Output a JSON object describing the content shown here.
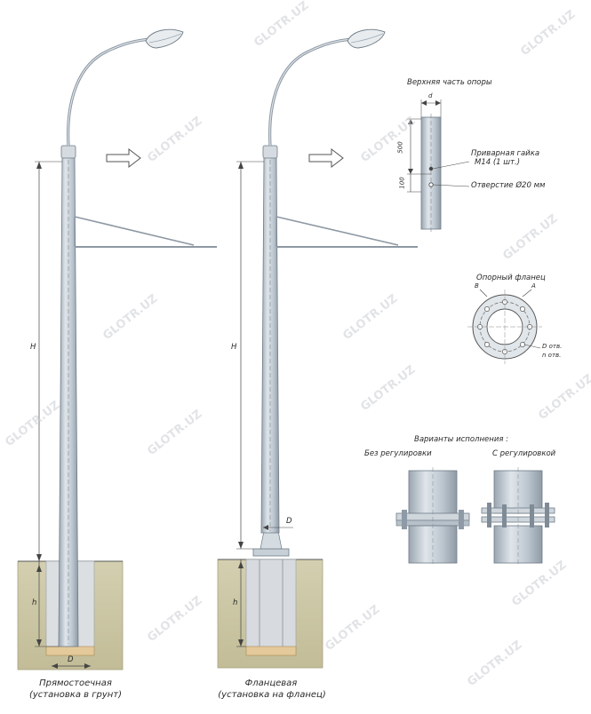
{
  "watermark": "GLOTR.UZ",
  "labels": {
    "top_section_title": "Верхняя часть опоры",
    "dim_d_small": "d",
    "dim_500": "500",
    "dim_100": "100",
    "nut_label_line1": "Приварная гайка",
    "nut_label_line2": "М14 (1 шт.)",
    "hole_label": "Отверстие Ø20 мм",
    "flange_title": "Опорный фланец",
    "flange_A": "A",
    "flange_B": "B",
    "flange_D_holes": "D отв.",
    "flange_n_holes": "n отв.",
    "variants_title": "Варианты исполнения :",
    "variant_no_adjust": "Без регулировки",
    "variant_adjust": "С регулировкой",
    "dim_H": "H",
    "dim_h": "h",
    "dim_D": "D",
    "caption_left_line1": "Прямостоечная",
    "caption_left_line2": "(установка в грунт)",
    "caption_right_line1": "Фланцевая",
    "caption_right_line2": "(установка на фланец)"
  },
  "colors": {
    "pole_fill": "#c5ced6",
    "pole_stroke": "#6f7b86",
    "ground": "#cbc6a4",
    "ground_dark": "#b7b08c",
    "base_pad": "#e4c99a",
    "line": "#555555"
  }
}
